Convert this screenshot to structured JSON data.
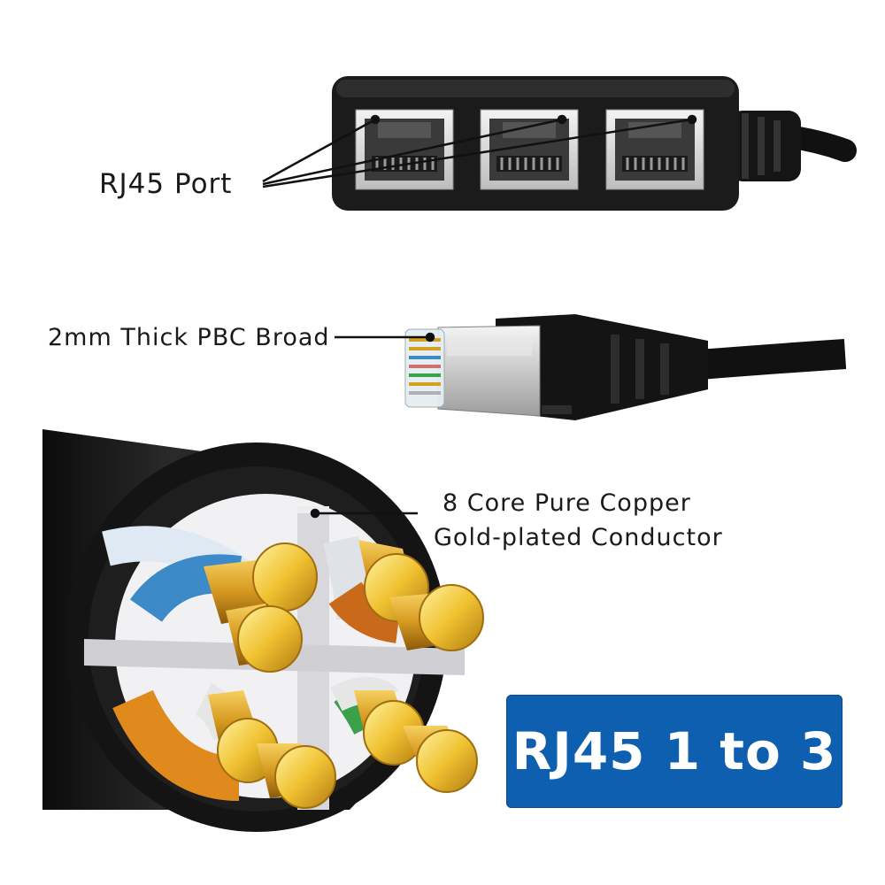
{
  "callouts": {
    "port": "RJ45 Port",
    "board": "2mm Thick PBC Broad",
    "conductor_line1": "8 Core Pure Copper",
    "conductor_line2": "Gold-plated Conductor"
  },
  "badge": {
    "text": "RJ45 1 to 3",
    "background": "#0f5fb0",
    "text_color": "#ffffff"
  },
  "colors": {
    "jacket": "#1c1c1c",
    "gold": "#e0a828",
    "wire_blue": "#3d8ac8",
    "wire_orange": "#e08a1e",
    "wire_green": "#3aa04a",
    "separator": "#d8d8dc"
  }
}
